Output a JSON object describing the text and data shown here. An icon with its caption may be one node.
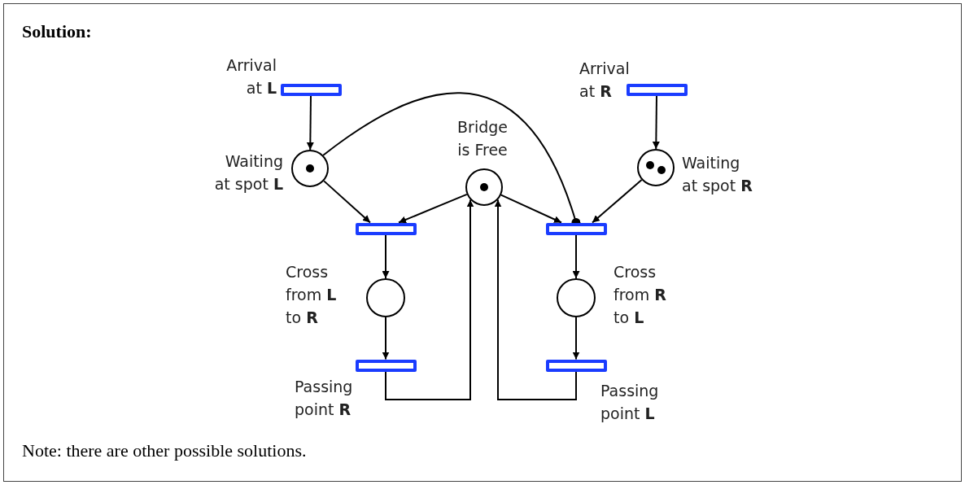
{
  "diagram": {
    "title": "Solution:",
    "nodes": [
      {
        "text": [],
        "shape": "bar",
        "beside": [
          "Arrival at **L**"
        ]
      },
      {
        "text": [],
        "shape": "bar",
        "beside": [
          "Arrival at **R**"
        ]
      },
      {
        "text": [],
        "shape": "circle",
        "beside": [
          "Bridge is Free"
        ]
      },
      {
        "text": [],
        "shape": "circle",
        "in": 2
      },
      {
        "text": [],
        "shape": "circle",
        "beside": [
          "Waiting at spot **L**"
        ]
      },
      {
        "text": [],
        "shape": "circle",
        "in": 4
      },
      {
        "text": [],
        "shape": "circle",
        "beside": [
          "Waiting at spot **R**"
        ]
      },
      {
        "text": [],
        "shape": "circle",
        "in": 6
      },
      {
        "text": [],
        "shape": "circle",
        "in": 6
      },
      {
        "text": [],
        "shape": "bar"
      },
      {
        "text": [],
        "shape": "bar"
      },
      {
        "text": [],
        "shape": "circle",
        "beside": [
          "Cross from **L** to **R**"
        ]
      },
      {
        "text": [],
        "shape": "circle",
        "beside": [
          "Cross from **R** to **L**"
        ]
      },
      {
        "text": [],
        "shape": "bar",
        "beside": [
          "Passing point **R**"
        ]
      },
      {
        "text": [],
        "shape": "bar",
        "beside": [
          "Passing point **L**"
        ]
      }
    ],
    "edges": [
      {
        "from": 0,
        "to": 4,
        "arrow": "to"
      },
      {
        "from": 1,
        "to": 6,
        "arrow": "to"
      },
      {
        "from": 4,
        "to": 9,
        "arrow": "to"
      },
      {
        "from": 2,
        "to": 9,
        "arrow": "to"
      },
      {
        "from": 2,
        "to": 10,
        "arrow": "to"
      },
      {
        "from": 6,
        "to": 10,
        "arrow": "to"
      },
      {
        "from": 4,
        "to": 10,
        "arrow": "other"
      },
      {
        "from": 9,
        "to": 11,
        "arrow": "to"
      },
      {
        "from": 11,
        "to": 13,
        "arrow": "to"
      },
      {
        "from": 10,
        "to": 12,
        "arrow": "to"
      },
      {
        "from": 12,
        "to": 14,
        "arrow": "to"
      },
      {
        "from": 13,
        "to": 2,
        "arrow": "to"
      },
      {
        "from": 14,
        "to": 2,
        "arrow": "to"
      }
    ],
    "labels": [
      "Note: there are other possible solutions."
    ]
  }
}
